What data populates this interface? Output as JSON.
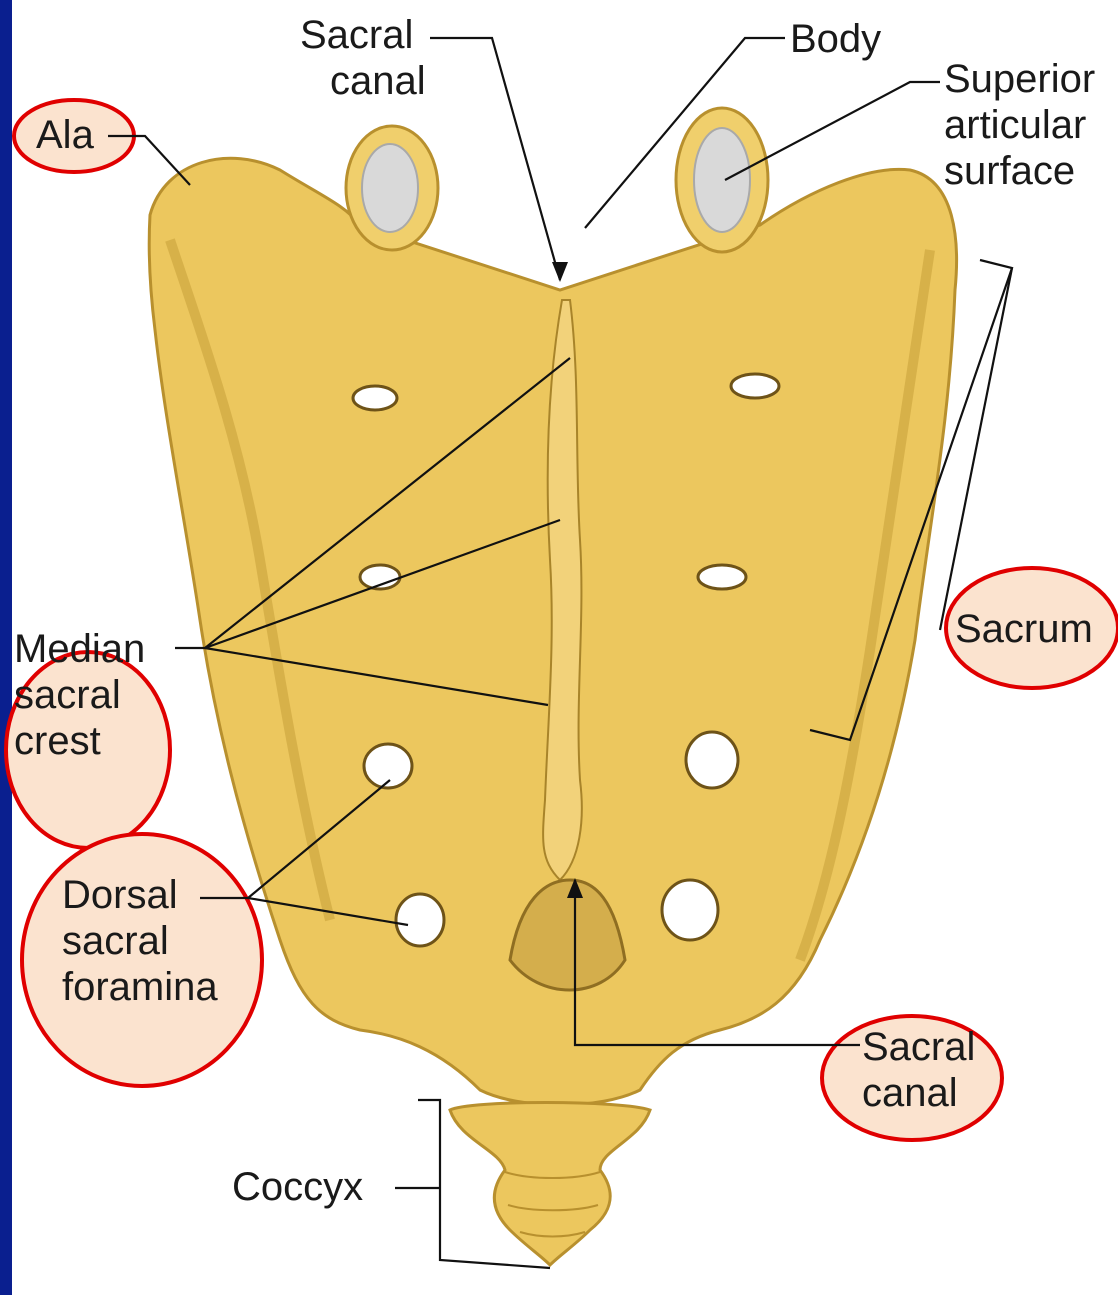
{
  "labels": {
    "sacral_canal_top": [
      "Sacral",
      "canal"
    ],
    "body": "Body",
    "superior_articular": [
      "Superior",
      "articular",
      "surface"
    ],
    "ala": "Ala",
    "sacrum": "Sacrum",
    "median_sacral_crest": [
      "Median",
      "sacral",
      "crest"
    ],
    "dorsal_sacral_foramina": [
      "Dorsal",
      "sacral",
      "foramina"
    ],
    "sacral_canal_bottom": [
      "Sacral",
      "canal"
    ],
    "coccyx": "Coccyx"
  },
  "colors": {
    "bone": "#ecc75e",
    "bone_shadow": "#c9a23c",
    "bone_dark": "#8f6e22",
    "articular": "#d9d9d9",
    "highlight_circle_fill": "#fbe3cf",
    "highlight_circle_stroke": "#e00000",
    "left_bar": "#0a1f8f",
    "line": "#111111"
  }
}
